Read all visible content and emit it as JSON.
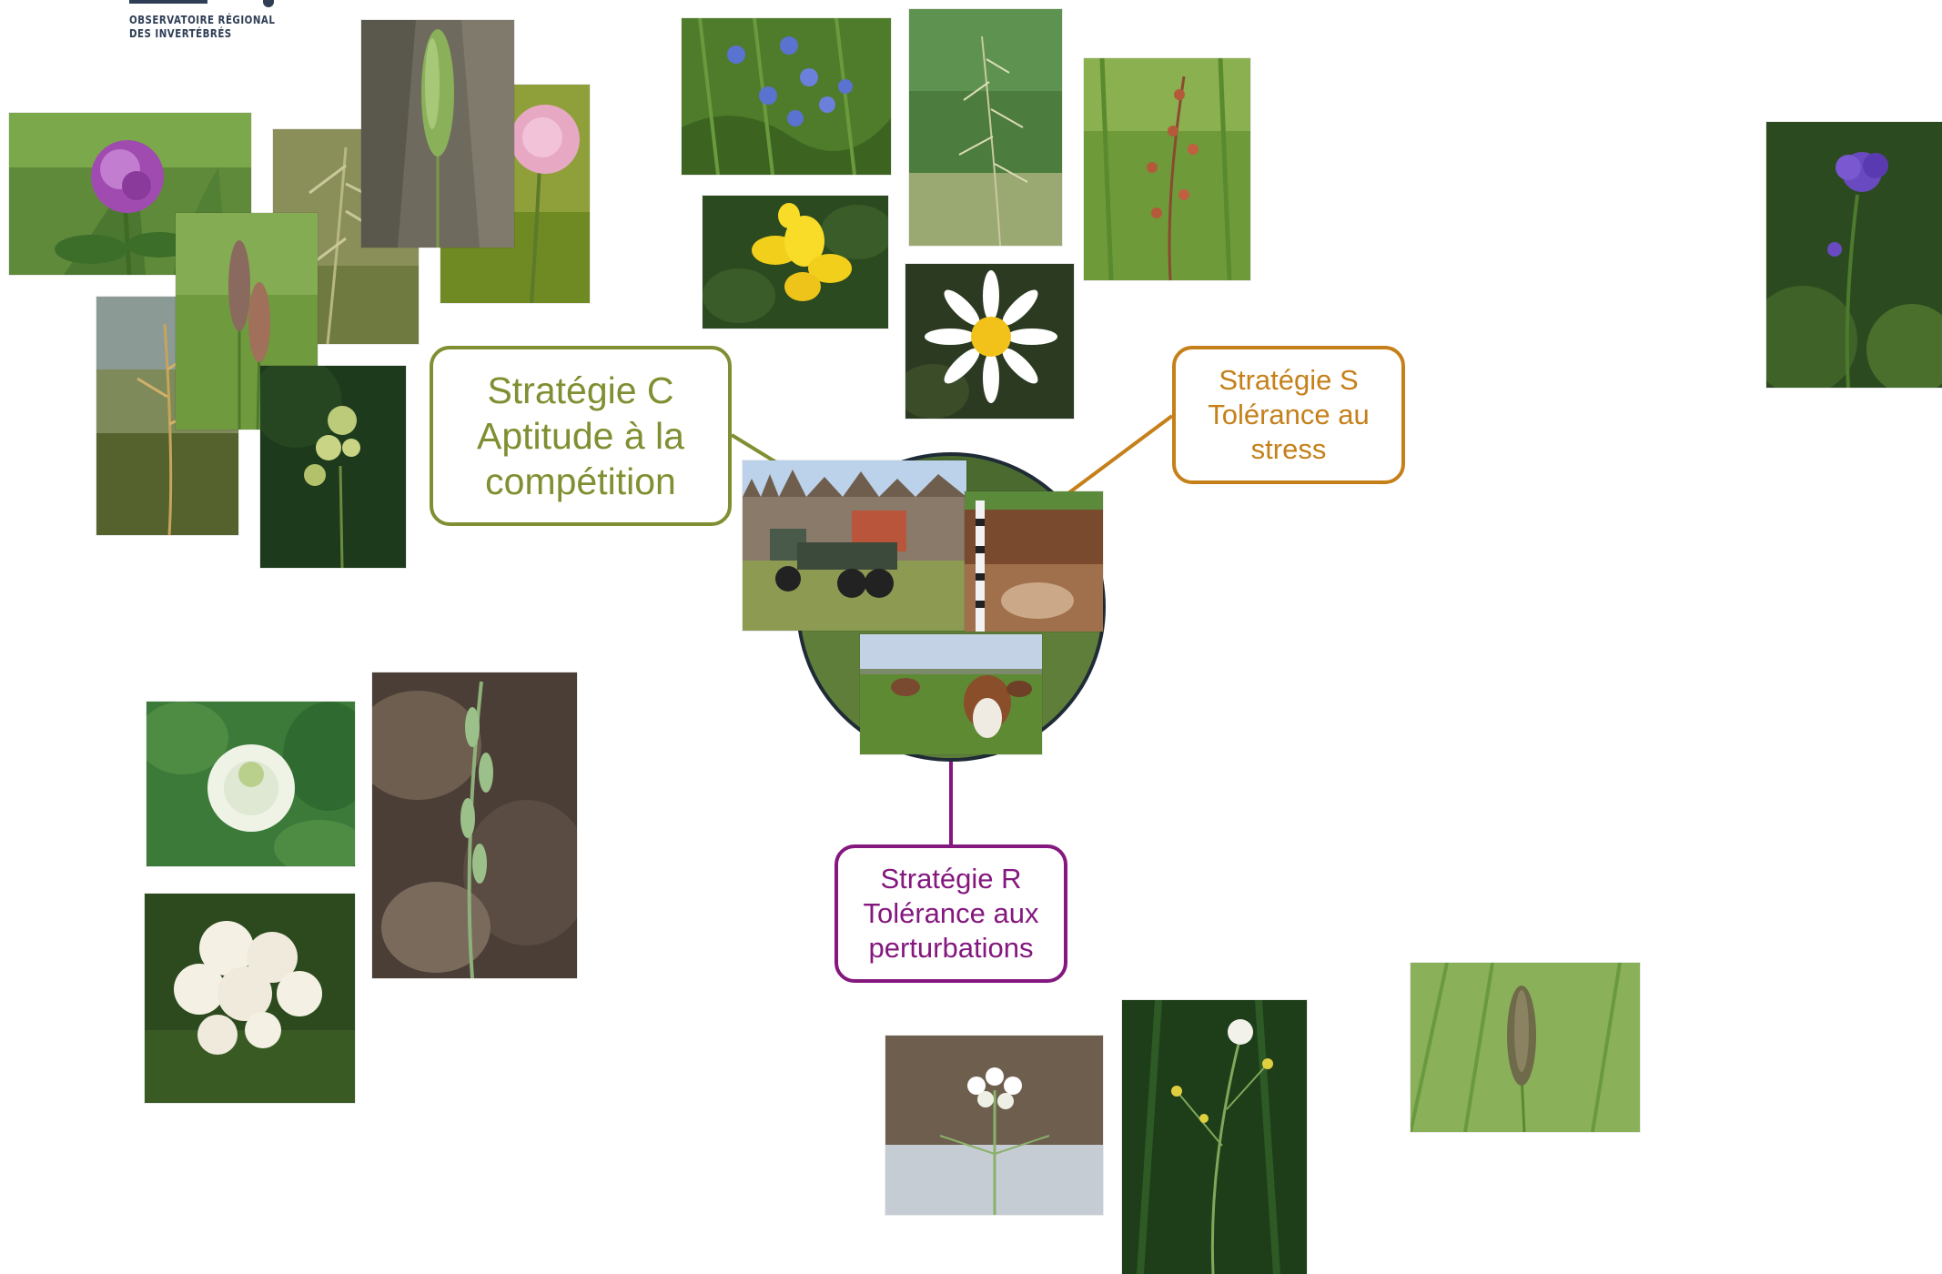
{
  "logo": {
    "line1": "OBSERVATOIRE RÉGIONAL",
    "line2": "DES INVERTÉBRÉS"
  },
  "strategies": {
    "c": {
      "line1": "Stratégie C",
      "line2": "Aptitude à la",
      "line3": "compétition",
      "color": "#7f8f31"
    },
    "s": {
      "line1": "Stratégie S",
      "line2": "Tolérance au",
      "line3": "stress",
      "color": "#c5801a"
    },
    "r": {
      "line1": "Stratégie R",
      "line2": "Tolérance aux",
      "line3": "perturbations",
      "color": "#84187f"
    }
  },
  "hub": {
    "border_color": "#1f2b36"
  },
  "photos": {
    "competition": [
      "red-clover",
      "grass-panicle",
      "grass-spike-tree",
      "scabious",
      "foxtail-grass",
      "oat-grass",
      "cocksfoot"
    ],
    "stress": [
      "speedwell",
      "birdsfoot-trefoil",
      "feather-grass",
      "oxeye-daisy",
      "sorrel",
      "clustered-bellflower"
    ],
    "disturbance": [
      "white-clover",
      "yarrow",
      "ryegrass",
      "shepherds-purse",
      "groundsel",
      "timothy-grass"
    ],
    "hub": [
      "manure-spreader",
      "soil-profile",
      "grazing-cows"
    ]
  }
}
